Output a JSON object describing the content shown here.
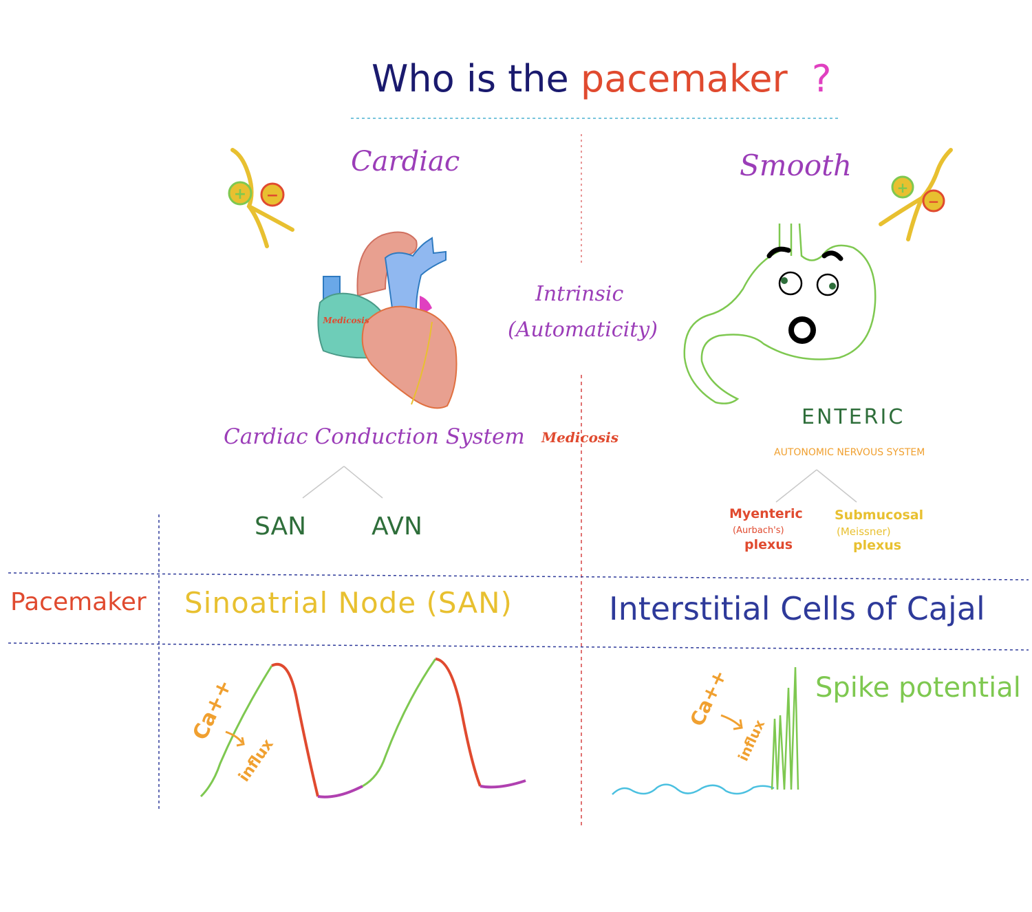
{
  "title": {
    "part1": "Who is the",
    "part2": "pacemaker",
    "part3": "?"
  },
  "cardiac": {
    "heading": "Cardiac",
    "system": "Cardiac Conduction System",
    "branches": [
      "SAN",
      "AVN"
    ],
    "receptor": {
      "plus": "+",
      "minus": "−"
    }
  },
  "center": {
    "line1": "Intrinsic",
    "line2": "(Automaticity)",
    "watermark": "Medicosis"
  },
  "heart": {
    "watermark": "Medicosis"
  },
  "smooth": {
    "heading": "Smooth",
    "enteric": "ENTERIC",
    "ans": "AUTONOMIC NERVOUS SYSTEM",
    "myenteric": {
      "name": "Myenteric",
      "alt": "(Aurbach's)",
      "plexus": "plexus"
    },
    "submucosal": {
      "name": "Submucosal",
      "alt": "(Meissner)",
      "plexus": "plexus"
    },
    "receptor": {
      "plus": "+",
      "minus": "−"
    }
  },
  "table": {
    "row_label": "Pacemaker",
    "cardiac_pacemaker": "Sinoatrial Node (SAN)",
    "smooth_pacemaker": "Interstitial Cells of Cajal"
  },
  "graphs": {
    "cardiac_ion": "Ca++",
    "cardiac_influx": "influx",
    "smooth_ion": "Ca++",
    "smooth_influx": "influx",
    "spike_label": "Spike potential"
  },
  "colors": {
    "navy": "#1a1a6e",
    "red": "#e04a2f",
    "magenta": "#e040c0",
    "purple": "#9b3db8",
    "green": "#2e6e3a",
    "yellow": "#e8c030",
    "orange": "#f0a030",
    "blue": "#2e3a9a",
    "lightgreen": "#7ec850",
    "cyan": "#4ac0e0"
  }
}
